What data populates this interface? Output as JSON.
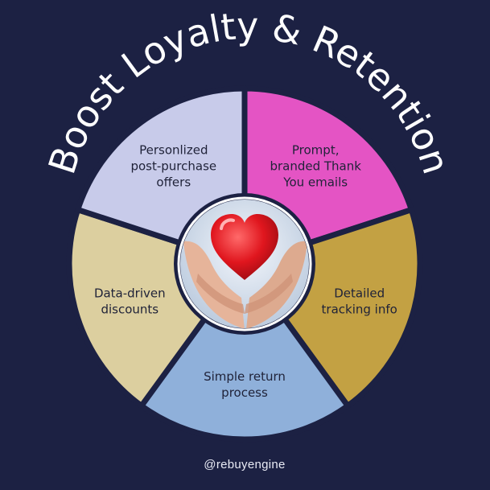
{
  "title": "Boost Loyalty & Retention",
  "handle": "@rebuyengine",
  "colors": {
    "background": "#1c2143",
    "separator": "#1c2143",
    "title": "#ffffff"
  },
  "segments": [
    {
      "lines": [
        "Prompt,",
        "branded Thank",
        "You emails"
      ],
      "color": "#e454c4"
    },
    {
      "lines": [
        "Detailed",
        "tracking info"
      ],
      "color": "#c3a143"
    },
    {
      "lines": [
        "Simple return",
        "process"
      ],
      "color": "#8fb0da"
    },
    {
      "lines": [
        "Data-driven",
        "discounts"
      ],
      "color": "#dccf9f"
    },
    {
      "lines": [
        "Personlized",
        "post-purchase",
        "offers"
      ],
      "color": "#c8cbea"
    }
  ],
  "center_image": "hands-holding-heart"
}
